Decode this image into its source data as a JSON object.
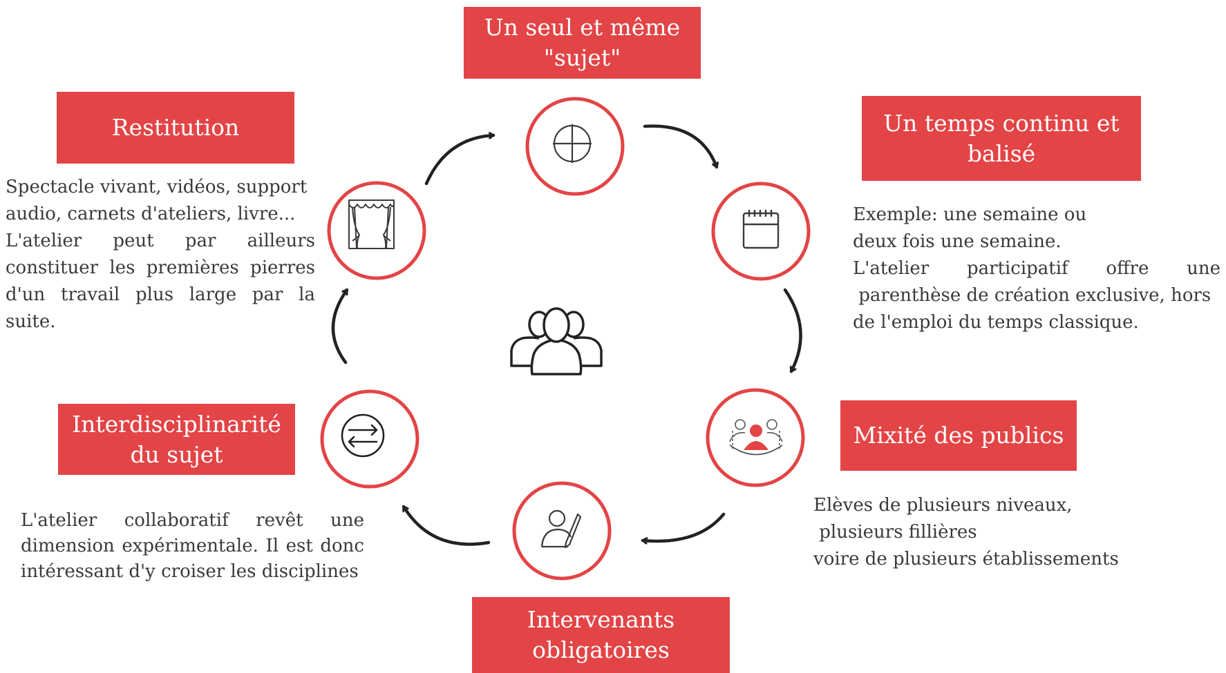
{
  "colors": {
    "accent": "#e34446",
    "ring": "#e34446",
    "icon": "#3a3a3a",
    "arrow": "#222222",
    "text": "#3a3a3a"
  },
  "labels": {
    "sujet": "Un seul et même\n\"sujet\"",
    "temps": "Un  temps continu et\nbalisé",
    "mixite": "Mixité des publics",
    "intervenants": "Intervenants\nobligatoires",
    "interdisciplinarite": "Interdisciplinarité\ndu sujet",
    "restitution": "Restitution"
  },
  "descriptions": {
    "restitution": [
      "Spectacle vivant, vidéos, support",
      "audio, carnets d'ateliers, livre...",
      "L'atelier peut par ailleurs",
      "constituer les premières pierres",
      "d'un travail plus large par la",
      "suite."
    ],
    "temps": [
      "Exemple: une semaine ou",
      "deux fois une semaine.",
      "L'atelier participatif offre une",
      " parenthèse de création exclusive, hors",
      "de l'emploi du temps classique."
    ],
    "mixite": [
      "Elèves de plusieurs niveaux,",
      " plusieurs fillières",
      "voire de plusieurs établissements"
    ],
    "interdisciplinarite": [
      "L'atelier collaboratif revêt une",
      "dimension expérimentale. Il est donc",
      "intéressant d'y croiser les disciplines"
    ]
  },
  "icons": {
    "sujet": "crosshair-icon",
    "temps": "calendar-icon",
    "mixite": "audience-icon",
    "intervenants": "person-pen-icon",
    "interdisciplinarite": "exchange-icon",
    "restitution": "theater-stage-icon",
    "center": "group-icon"
  }
}
